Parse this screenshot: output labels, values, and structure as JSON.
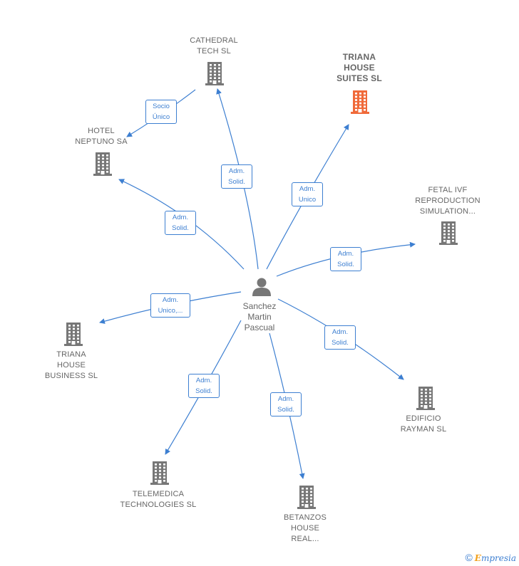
{
  "colors": {
    "edge": "#3d7fd1",
    "building": "#777777",
    "highlight": "#f06a3a",
    "text": "#666666"
  },
  "center": {
    "name": "Sanchez\nMartin\nPascual",
    "icon": "person-icon"
  },
  "nodes": [
    {
      "id": "cathedral",
      "label": "CATHEDRAL\nTECH  SL",
      "highlight": false
    },
    {
      "id": "triana-suites",
      "label": "TRIANA\nHOUSE\nSUITES  SL",
      "highlight": true
    },
    {
      "id": "hotel-neptuno",
      "label": "HOTEL\nNEPTUNO SA",
      "highlight": false
    },
    {
      "id": "fetal",
      "label": "FETAL IVF\nREPRODUCTION\nSIMULATION...",
      "highlight": false
    },
    {
      "id": "triana-business",
      "label": "TRIANA\nHOUSE\nBUSINESS  SL",
      "highlight": false
    },
    {
      "id": "edificio",
      "label": "EDIFICIO\nRAYMAN SL",
      "highlight": false
    },
    {
      "id": "telemedica",
      "label": "TELEMEDICA\nTECHNOLOGIES SL",
      "highlight": false
    },
    {
      "id": "betanzos",
      "label": "BETANZOS\nHOUSE\nREAL...",
      "highlight": false
    }
  ],
  "edges": [
    {
      "from": "center",
      "to": "cathedral",
      "label": "Adm.\nSolid."
    },
    {
      "from": "center",
      "to": "triana-suites",
      "label": "Adm.\nUnico"
    },
    {
      "from": "center",
      "to": "hotel-neptuno",
      "label": "Adm.\nSolid."
    },
    {
      "from": "center",
      "to": "fetal",
      "label": "Adm.\nSolid."
    },
    {
      "from": "center",
      "to": "triana-business",
      "label": "Adm.\nUnico,..."
    },
    {
      "from": "center",
      "to": "edificio",
      "label": "Adm.\nSolid."
    },
    {
      "from": "center",
      "to": "telemedica",
      "label": "Adm.\nSolid."
    },
    {
      "from": "center",
      "to": "betanzos",
      "label": "Adm.\nSolid."
    },
    {
      "from": "cathedral",
      "to": "hotel-neptuno",
      "label": "Socio\nÚnico"
    }
  ],
  "footer": {
    "copyright": "©",
    "brand_initial": "E",
    "brand_rest": "mpresia"
  }
}
